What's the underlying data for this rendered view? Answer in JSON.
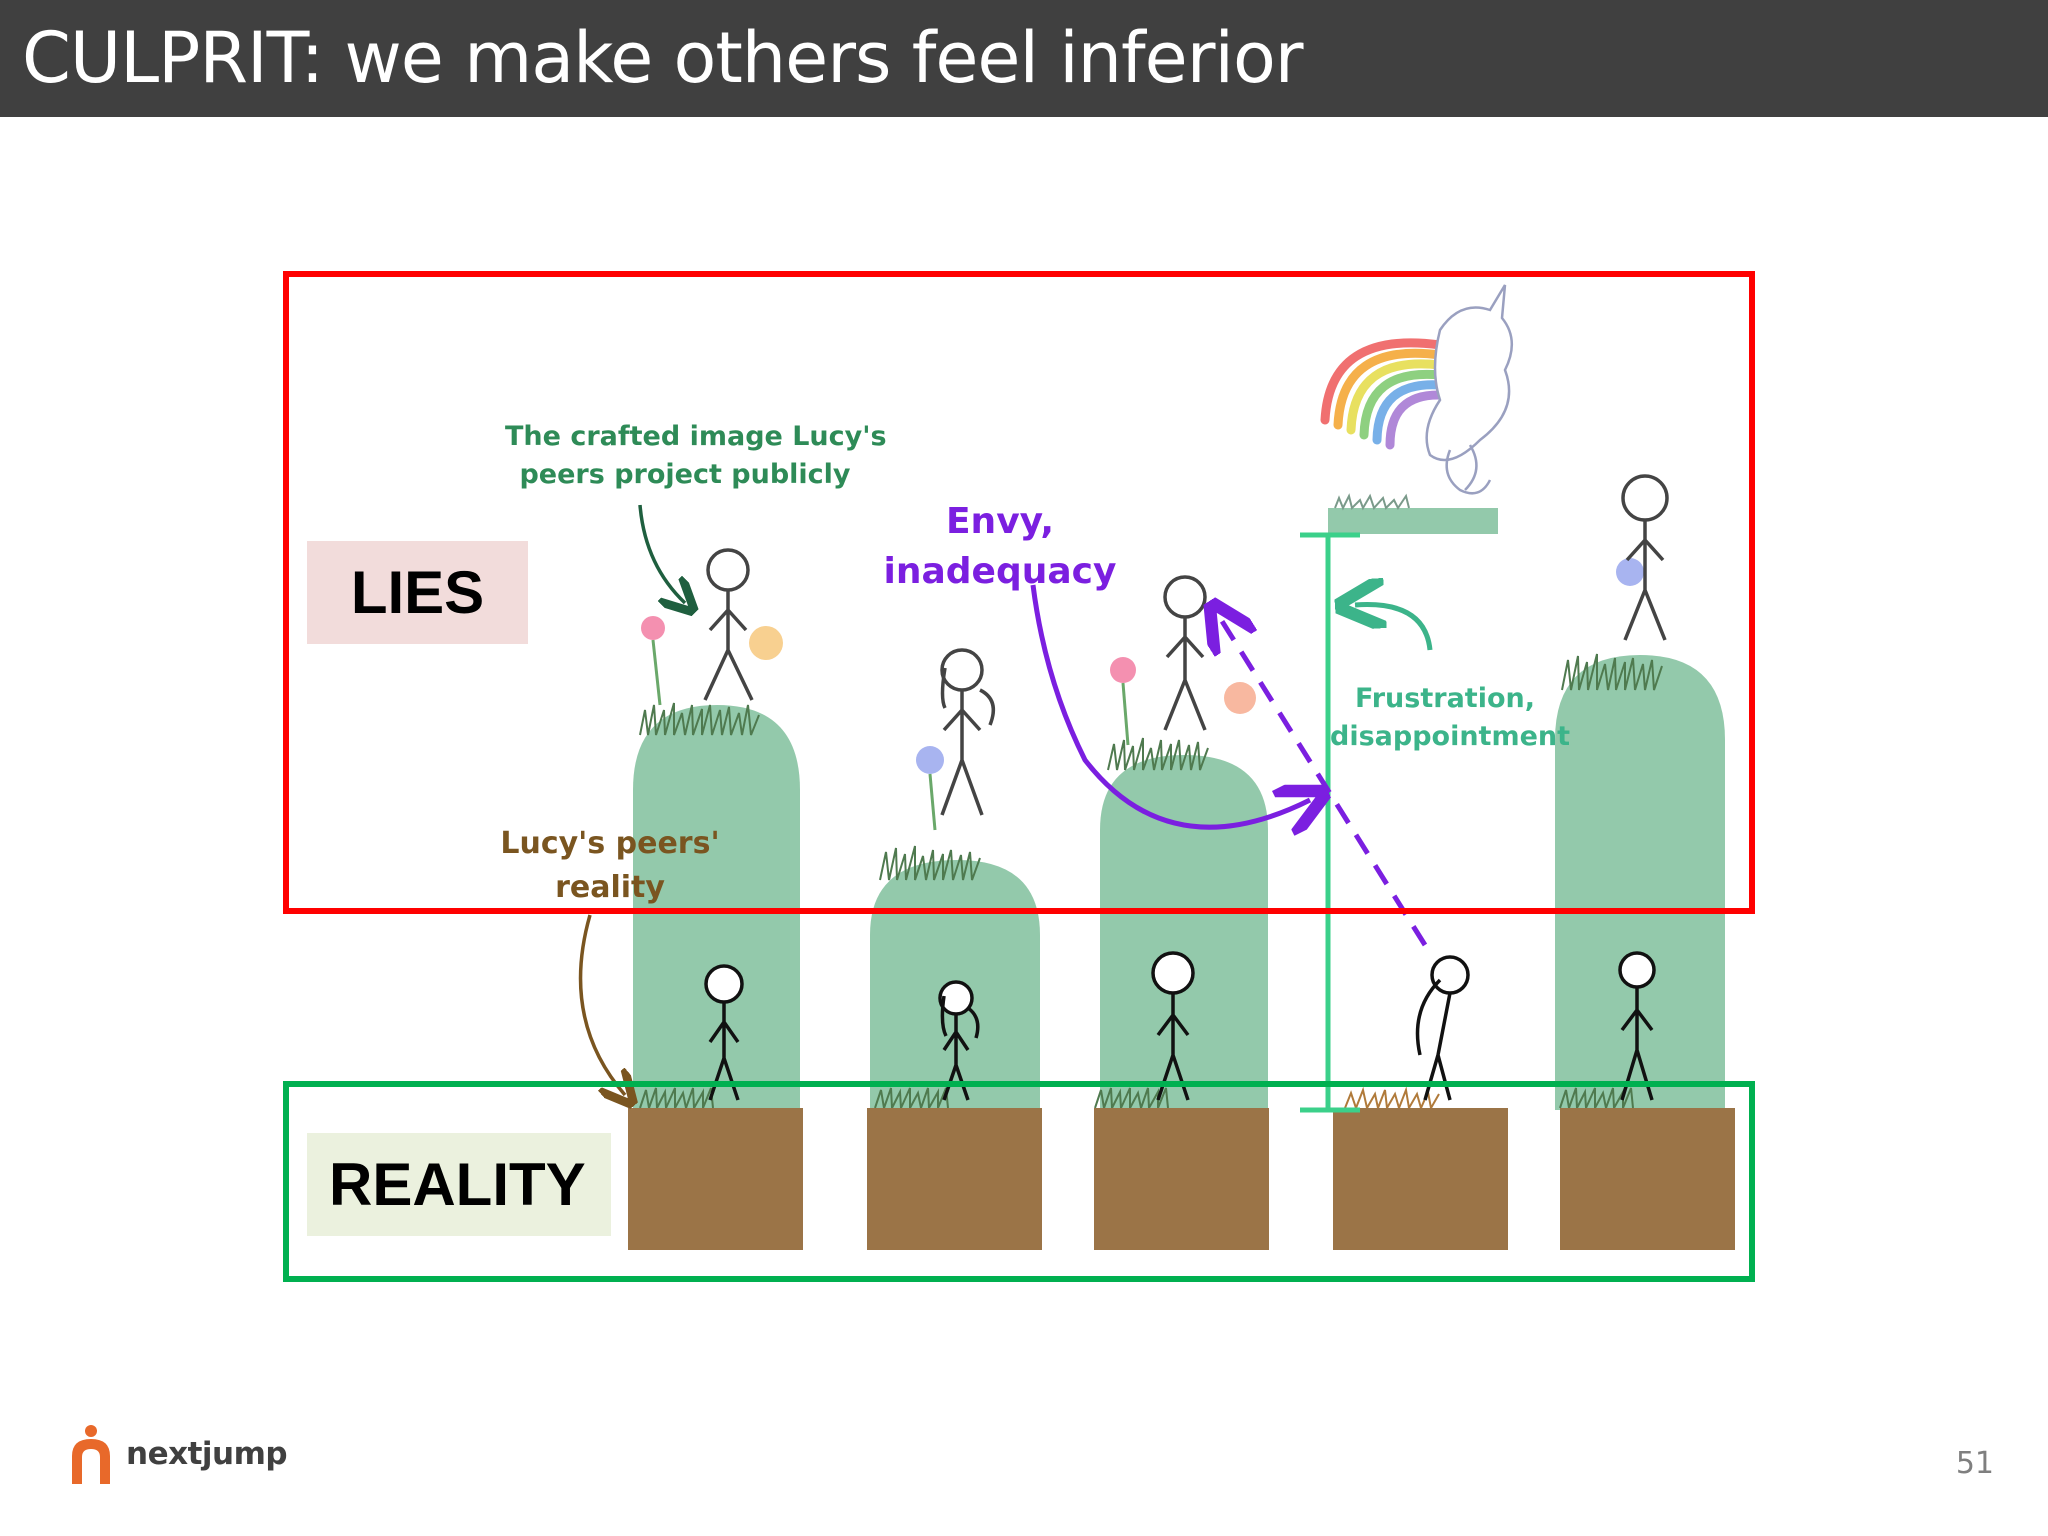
{
  "slide": {
    "title": "CULPRIT: we make others feel inferior",
    "page_number": "51"
  },
  "labels": {
    "lies": "LIES",
    "reality": "REALITY"
  },
  "annotations": {
    "crafted_image": [
      "The crafted image Lucy's",
      "peers project publicly"
    ],
    "envy": [
      "Envy,",
      "inadequacy"
    ],
    "frustration": [
      "Frustration,",
      "disappointment"
    ],
    "peers_reality": [
      "Lucy's peers'",
      "reality"
    ]
  },
  "logo": {
    "wordmark": "nextjump"
  },
  "colors": {
    "title_bar": "#404040",
    "lies_frame": "#ff0000",
    "reality_frame": "#00b050",
    "pillar": "#93c9ab",
    "soil": "#9b7447",
    "envy_arrow": "#7b1fe0",
    "frustration_line": "#3bd08a",
    "logo_accent": "#e8692a"
  }
}
